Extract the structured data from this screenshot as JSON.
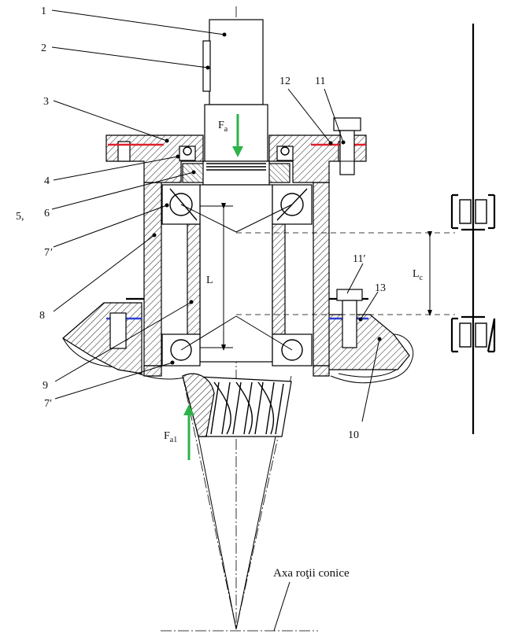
{
  "labels": {
    "l1": "1",
    "l2": "2",
    "l3": "3",
    "l4": "4",
    "l5": "5,",
    "l6": "6",
    "l7a": "7",
    "l7a_mark": "′",
    "l8": "8",
    "l9": "9",
    "l7b": "7′",
    "l10": "10",
    "l11": "11",
    "l11b": "11′",
    "l12": "12",
    "l13": "13"
  },
  "forces": {
    "fa_main": "F",
    "fa_sub": "a",
    "fa1_main": "F",
    "fa1_sub": "a1"
  },
  "dimensions": {
    "L": "L",
    "Lc_main": "L",
    "Lc_sub": "c"
  },
  "caption": "Axa roţii conice",
  "colors": {
    "force_arrow": "#2db34a",
    "gasket_top": "#e0202a",
    "gasket_bottom": "#2a3fd6",
    "line": "#000000"
  }
}
